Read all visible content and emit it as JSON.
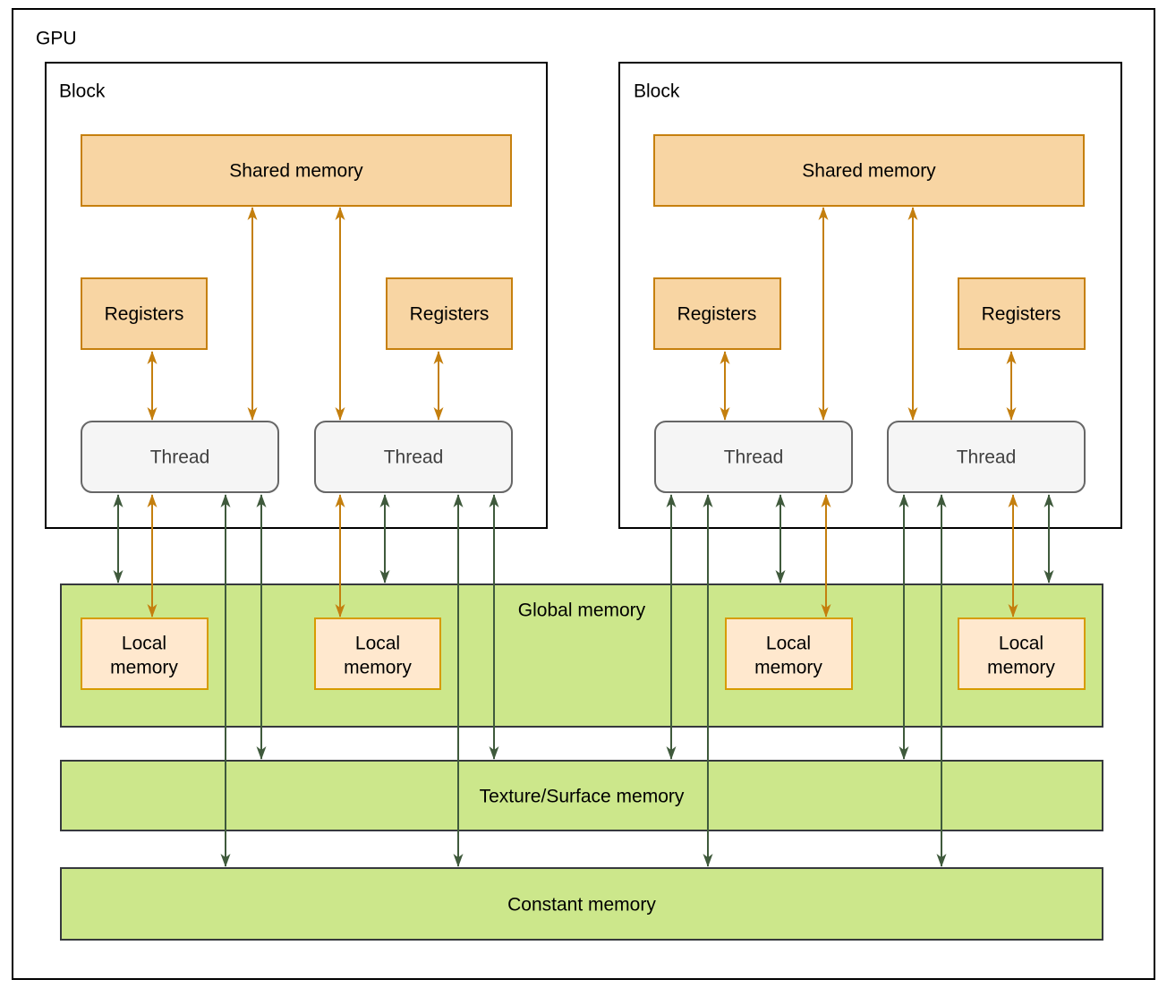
{
  "labels": {
    "gpu": "GPU",
    "block": "Block",
    "shared_memory": "Shared memory",
    "registers": "Registers",
    "thread": "Thread",
    "global_memory": "Global memory",
    "local_memory_line1": "Local",
    "local_memory_line2": "memory",
    "texture_surface_memory": "Texture/Surface memory",
    "constant_memory": "Constant memory"
  },
  "colors": {
    "background": "#FFFFFF",
    "outer_box_border": "#000000",
    "orange_box_fill": "#F8D5A3",
    "orange_box_border": "#C6800E",
    "local_box_fill": "#FFE8CE",
    "local_box_border": "#D79B00",
    "green_box_fill": "#CCE78B",
    "green_box_border": "#36393D",
    "thread_box_fill": "#F5F5F5",
    "thread_box_border": "#666666",
    "arrow_orange": "#C47F0E",
    "arrow_green": "#3F5A3C",
    "label_text": "#000000",
    "thread_text": "#404040"
  }
}
